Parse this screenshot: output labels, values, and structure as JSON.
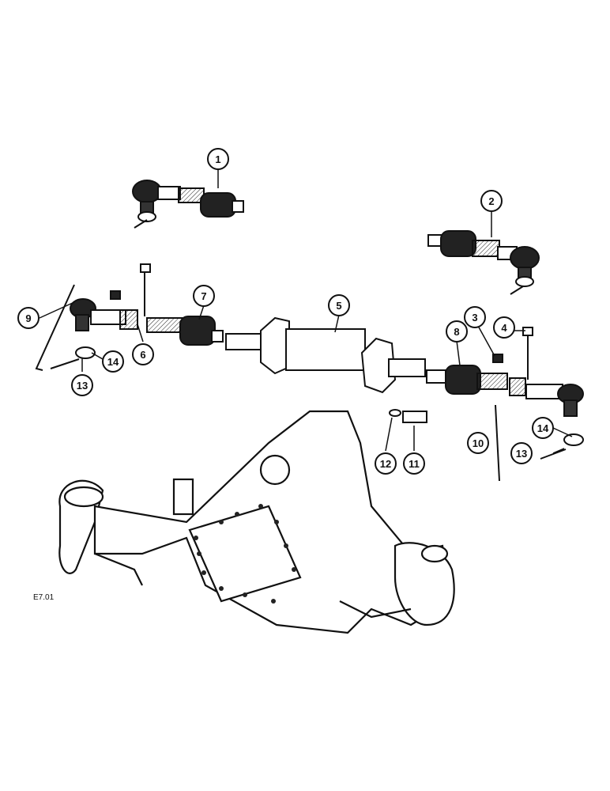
{
  "figure_code": "E7.01",
  "callouts": [
    {
      "id": "c1",
      "label": "1"
    },
    {
      "id": "c2",
      "label": "2"
    },
    {
      "id": "c3",
      "label": "3"
    },
    {
      "id": "c4",
      "label": "4"
    },
    {
      "id": "c5",
      "label": "5"
    },
    {
      "id": "c6",
      "label": "6"
    },
    {
      "id": "c7",
      "label": "7"
    },
    {
      "id": "c8",
      "label": "8"
    },
    {
      "id": "c9",
      "label": "9"
    },
    {
      "id": "c10",
      "label": "10"
    },
    {
      "id": "c11",
      "label": "11"
    },
    {
      "id": "c12",
      "label": "12"
    },
    {
      "id": "c13a",
      "label": "13"
    },
    {
      "id": "c14a",
      "label": "14"
    },
    {
      "id": "c13b",
      "label": "13"
    },
    {
      "id": "c14b",
      "label": "14"
    }
  ]
}
